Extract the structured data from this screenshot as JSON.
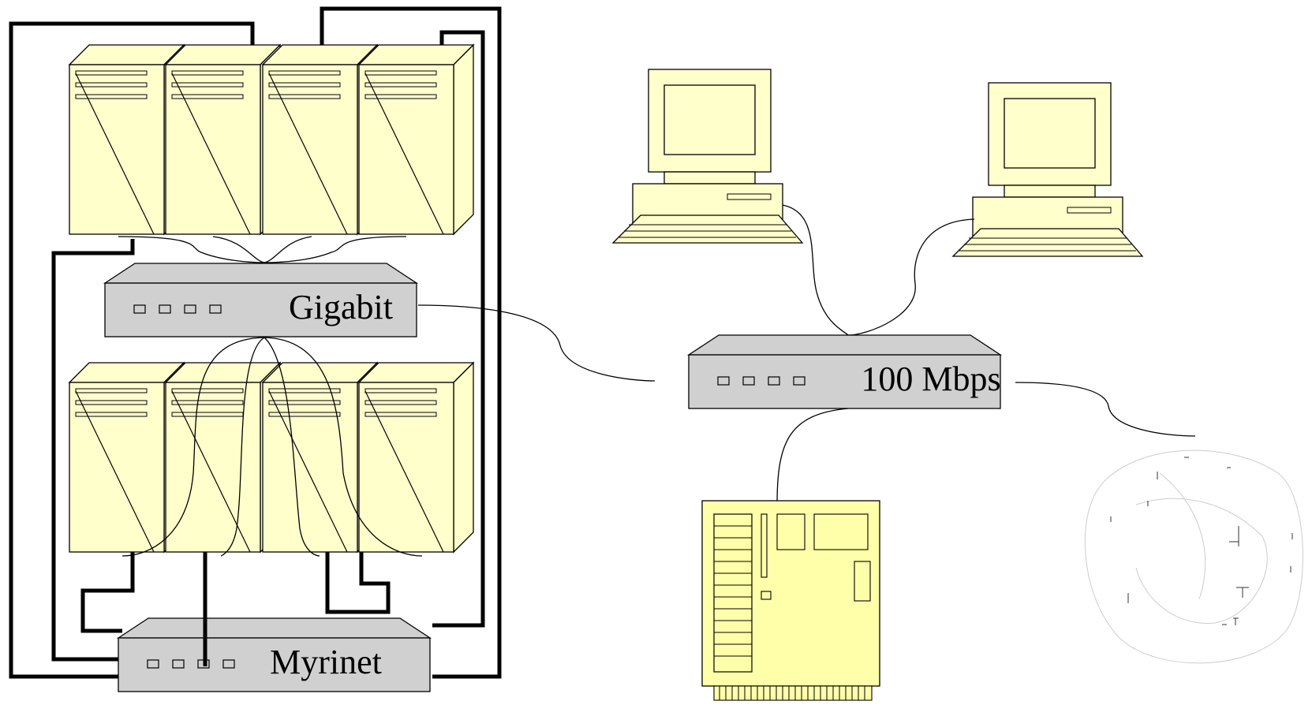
{
  "switches": {
    "gigabit": "Gigabit",
    "fast_ethernet": "100 Mbps",
    "myrinet": "Myrinet"
  },
  "colors": {
    "server_fill": "#FFFFCC",
    "switch_fill": "#D0D0D0",
    "board_fill": "#FFFFAA",
    "line": "#000000",
    "background": "#FFFFFF"
  },
  "icons": {
    "server": "server-tower-icon",
    "workstation": "desktop-computer-icon",
    "switch": "network-switch-icon",
    "board": "circuit-board-icon",
    "internet": "globe-icon"
  }
}
